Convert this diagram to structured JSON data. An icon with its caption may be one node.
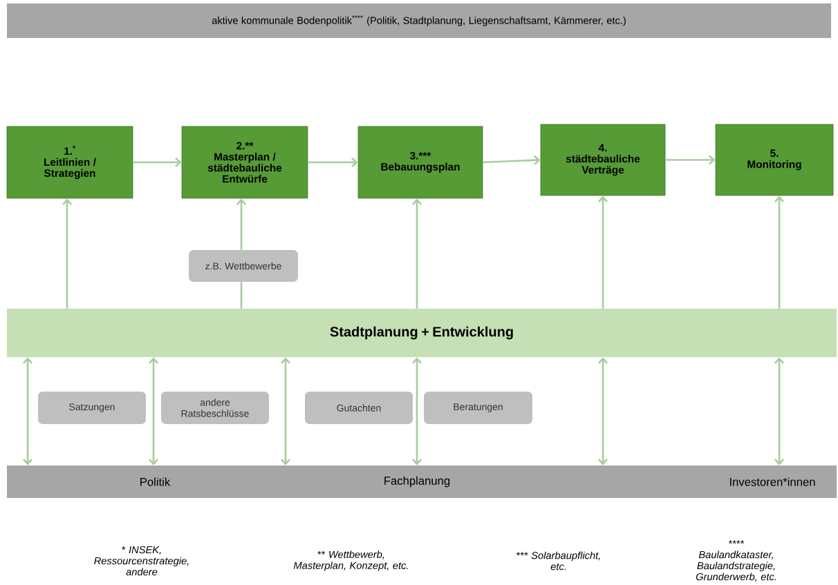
{
  "diagram": {
    "nodes": [
      {
        "text": [
          "aktive kommunale Bodenpolitik$^{****}$ (Politik, Stadtplanung, Liegenschaftsamt, Kämmerer, etc.)"
        ]
      },
      {
        "text": [
          "1.$^{*}$",
          "Leitlinien / Strategien"
        ]
      },
      {
        "text": [
          "2.**",
          "Masterplan / städtebauliche Entwürfe"
        ]
      },
      {
        "text": [
          "3.***",
          "Bebauungsplan"
        ]
      },
      {
        "text": [
          "4.",
          "städtebauliche Verträge"
        ]
      },
      {
        "text": [
          "5.",
          "Monitoring"
        ]
      },
      {
        "text": [
          "z.B. Wettbewerbe"
        ]
      },
      {
        "text": [
          "Stadtplanung + Entwicklung"
        ]
      },
      {
        "text": [
          "Satzungen"
        ]
      },
      {
        "text": [
          "andere Ratsbeschlüsse"
        ]
      },
      {
        "text": [
          "Gutachten"
        ]
      },
      {
        "text": [
          "Beratungen"
        ]
      },
      {
        "text": [
          "Politik",
          "Fachplanung",
          "Investoren*innen"
        ]
      }
    ],
    "edges": [
      {
        "from": 1,
        "to": 2,
        "arrow": "to"
      },
      {
        "from": 2,
        "to": 3,
        "arrow": "to"
      },
      {
        "from": 3,
        "to": 4,
        "arrow": "to"
      },
      {
        "from": 4,
        "to": 5,
        "arrow": "to"
      },
      {
        "from": 7,
        "to": 1,
        "arrow": "to"
      },
      {
        "from": 7,
        "to": 6,
        "arrow": "none"
      },
      {
        "from": 6,
        "to": 2,
        "arrow": "to"
      },
      {
        "from": 7,
        "to": 3,
        "arrow": "to"
      },
      {
        "from": 7,
        "to": 4,
        "arrow": "to"
      },
      {
        "from": 7,
        "to": 5,
        "arrow": "to"
      },
      {
        "from": 12,
        "to": 7,
        "arrow": "both"
      },
      {
        "from": 12,
        "to": 7,
        "arrow": "both"
      },
      {
        "from": 12,
        "to": 7,
        "arrow": "both"
      },
      {
        "from": 12,
        "to": 7,
        "arrow": "both"
      },
      {
        "from": 12,
        "to": 7,
        "arrow": "both"
      },
      {
        "from": 12,
        "to": 7,
        "arrow": "both"
      }
    ],
    "labels": [
      "* *INSEK, Ressourcenstrategie, andere*",
      "** *Wettbewerb, Masterplan, Konzept, etc.*",
      "*** *Solarbaupflicht, etc.*",
      "**** *Baulandkataster, Baulandstrategie, Grunderwerb, etc.*"
    ]
  }
}
